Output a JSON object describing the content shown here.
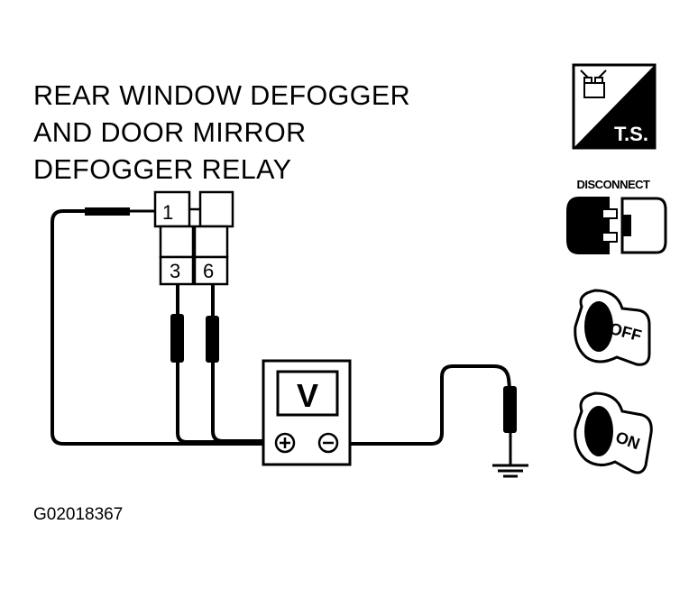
{
  "title_lines": [
    "REAR WINDOW DEFOGGER",
    "AND DOOR MIRROR",
    "DEFOGGER RELAY"
  ],
  "connector": {
    "pins": {
      "top_left": "1",
      "bottom_left": "3",
      "bottom_right": "6"
    }
  },
  "meter": {
    "display": "V",
    "pos_symbol": "⊕",
    "neg_symbol": "⊖"
  },
  "icons": {
    "ts_label": "T.S.",
    "disconnect_label": "DISCONNECT",
    "ignition_off_label": "OFF",
    "ignition_on_label": "ON"
  },
  "figure_code": "G02018367"
}
